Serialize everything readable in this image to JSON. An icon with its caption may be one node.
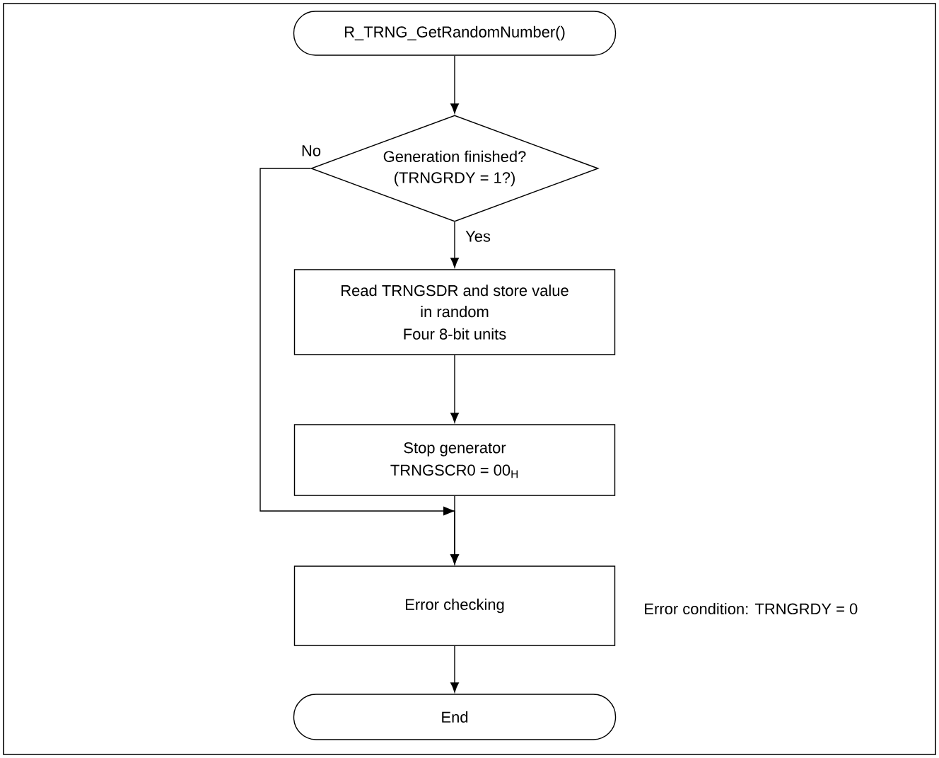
{
  "diagram": {
    "nodes": [
      {
        "text": [
          "R_TRNG_GetRandomNumber()"
        ]
      },
      {
        "text": [
          "Generation finished? (TRNGRDY = 1?)"
        ]
      },
      {
        "text": [
          "Read TRNGSDR and store value in random",
          "Four 8-bit units"
        ]
      },
      {
        "text": [
          "Stop generator",
          "TRNGSCR0 = 00$_{H}$"
        ]
      },
      {
        "text": [
          "Error checking"
        ],
        "beside": [
          "Error condition: TRNGRDY = 0"
        ]
      },
      {
        "text": [
          "End"
        ]
      }
    ],
    "edges": [
      {
        "from": 0,
        "to": 1,
        "arrow": "to"
      },
      {
        "from": 1,
        "to": 2,
        "arrow": "to",
        "label": "Yes"
      },
      {
        "from": 2,
        "to": 3,
        "arrow": "to"
      },
      {
        "from": 3,
        "to": 4,
        "arrow": "to"
      },
      {
        "from": 4,
        "to": 5,
        "arrow": "to"
      },
      {
        "from": 1,
        "to": 4,
        "arrow": "to",
        "label": "No"
      }
    ]
  }
}
